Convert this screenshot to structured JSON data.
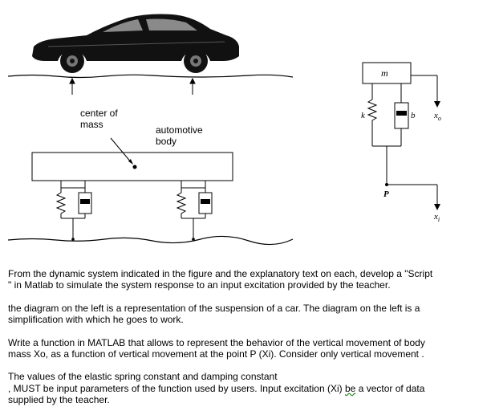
{
  "left_diagram": {
    "center_of_mass_label": "center of\nmass",
    "automotive_body_label": "automotive\nbody"
  },
  "right_diagram": {
    "mass_label": "m",
    "spring_label": "k",
    "damper_label": "b",
    "output_label": "x",
    "output_subscript": "o",
    "point_label": "P",
    "input_label": "x",
    "input_subscript": "i"
  },
  "text": {
    "p1": "From the dynamic system indicated in the figure and the explanatory text on each, develop a \"Script\n\" in Matlab to simulate the system response to an input excitation provided by the teacher.",
    "p2": "the diagram on the left is a representation of the suspension of a car. The diagram on the left is a\nsimplification with which he goes to work.",
    "p3": "Write a function in MATLAB that allows to represent the behavior of the vertical movement of body\nmass Xo, as a function of vertical movement at the point P (Xi). Consider only vertical movement .",
    "p4_line1": "The values of the elastic spring constant and damping constant",
    "p4_line2_before": ", MUST be input parameters of the function used by users. Input excitation (Xi) ",
    "p4_line2_flag": "be",
    "p4_line2_after": " a vector of data",
    "p4_line3": "supplied by the teacher."
  }
}
